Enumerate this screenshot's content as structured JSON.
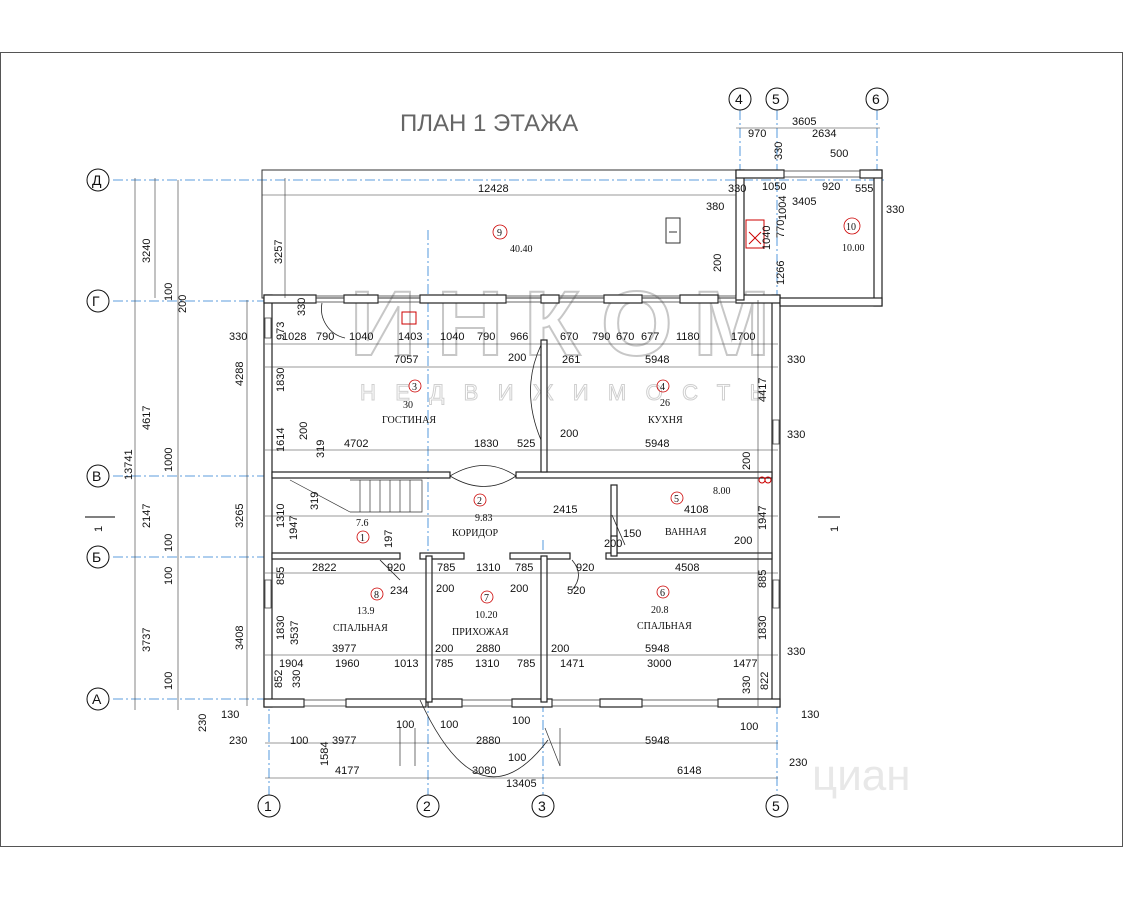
{
  "title": "ПЛАН 1 ЭТАЖА",
  "watermark": {
    "brand": "ИНКОМ",
    "tagline": "НЕДВИЖИМОСТЬ",
    "corner": "циан"
  },
  "axes": {
    "top": [
      "4",
      "5",
      "6"
    ],
    "bottom": [
      "1",
      "2",
      "3",
      "5"
    ],
    "left": [
      "Д",
      "Г",
      "В",
      "Б",
      "А"
    ],
    "section": [
      "1",
      "1"
    ]
  },
  "rooms": [
    {
      "num": "1",
      "area": "7.6",
      "name": ""
    },
    {
      "num": "2",
      "area": "9.83",
      "name": "КОРИДОР"
    },
    {
      "num": "3",
      "area": "30",
      "name": "ГОСТИНАЯ"
    },
    {
      "num": "4",
      "area": "26",
      "name": "КУХНЯ"
    },
    {
      "num": "5",
      "area": "8.00",
      "name": "ВАННАЯ"
    },
    {
      "num": "6",
      "area": "20.8",
      "name": "СПАЛЬНАЯ"
    },
    {
      "num": "7",
      "area": "10.20",
      "name": "ПРИХОЖАЯ"
    },
    {
      "num": "8",
      "area": "13.9",
      "name": "СПАЛЬНАЯ"
    },
    {
      "num": "9",
      "area": "40.40",
      "name": ""
    },
    {
      "num": "10",
      "area": "10.00",
      "name": ""
    }
  ],
  "dims": {
    "d12428": "12428",
    "d3605": "3605",
    "d970": "970",
    "d2634": "2634",
    "d500": "500",
    "d330": "330",
    "d1050": "1050",
    "d920": "920",
    "d555": "555",
    "d3405": "3405",
    "d380": "380",
    "d1004": "1004",
    "d770": "770",
    "d1040": "1040",
    "d1266": "1266",
    "d200": "200",
    "d3257": "3257",
    "d3240": "3240",
    "d100": "100",
    "d1028": "1028",
    "d790": "790",
    "d1403": "1403",
    "d966": "966",
    "d670": "670",
    "d677": "677",
    "d1180": "1180",
    "d1700": "1700",
    "d7057": "7057",
    "d5948": "5948",
    "d261": "261",
    "d973": "973",
    "d1830": "1830",
    "d4288": "4288",
    "d4617": "4617",
    "d4417": "4417",
    "d1614": "1614",
    "d319": "319",
    "d4702": "4702",
    "d525": "525",
    "d13741": "13741",
    "d2415": "2415",
    "d4108": "4108",
    "d150": "150",
    "d1947": "1947",
    "d1310": "1310",
    "d3265": "3265",
    "d2147": "2147",
    "d197": "197",
    "d2822": "2822",
    "d234": "234",
    "d785": "785",
    "d520": "520",
    "d4508": "4508",
    "d885": "885",
    "d855": "855",
    "d3537": "3537",
    "d3737": "3737",
    "d3408": "3408",
    "d3977": "3977",
    "d2880": "2880",
    "d1904": "1904",
    "d1960": "1960",
    "d1013": "1013",
    "d1471": "1471",
    "d3000": "3000",
    "d1477": "1477",
    "d852": "852",
    "d822": "822",
    "d130": "130",
    "d230": "230",
    "d1584": "1584",
    "d4177": "4177",
    "d3080": "3080",
    "d13405": "13405",
    "d6148": "6148",
    "d1000": "1000"
  }
}
